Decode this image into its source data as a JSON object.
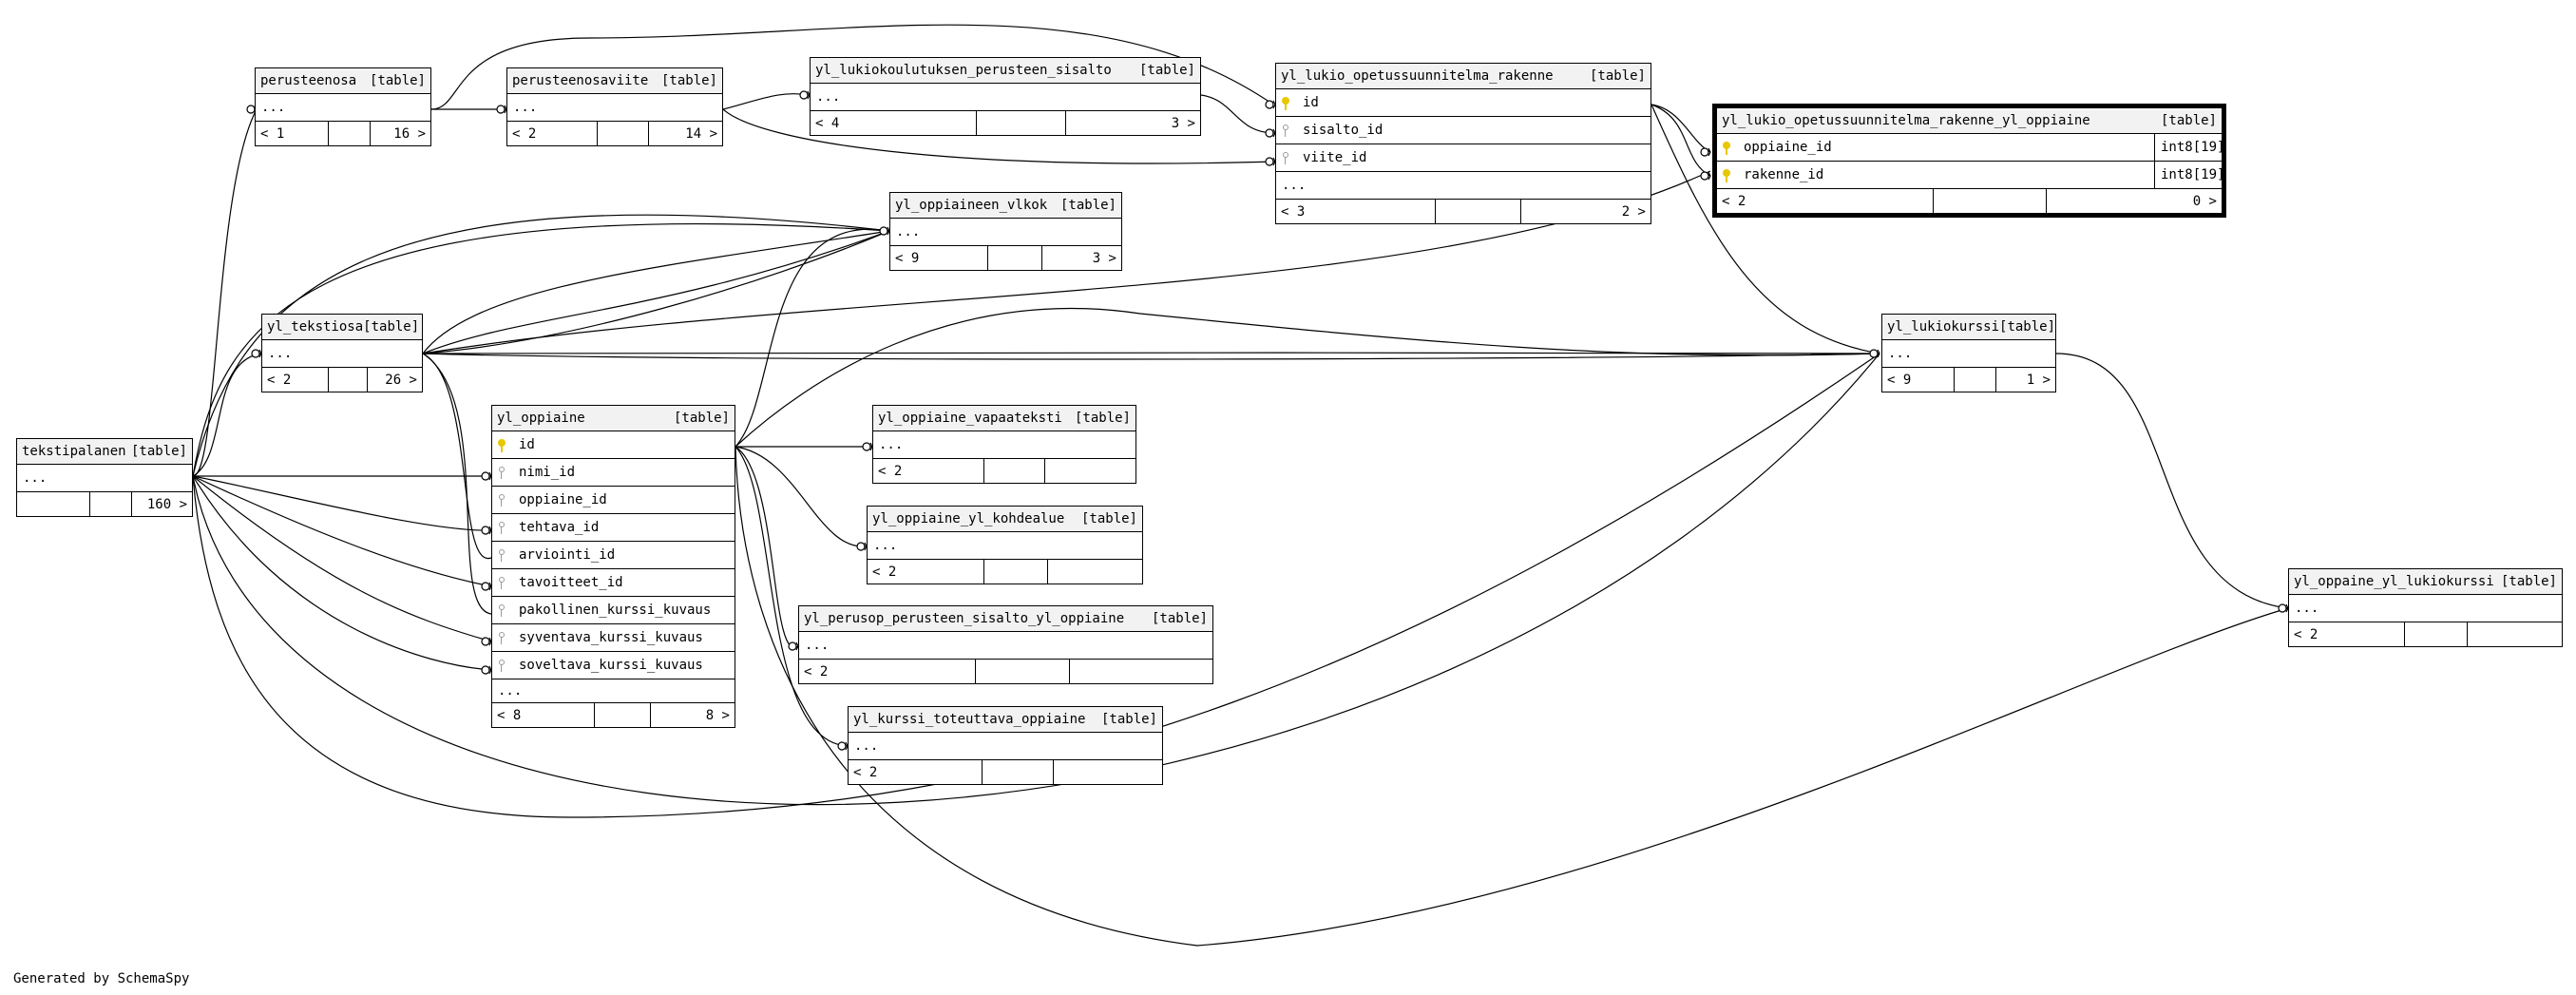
{
  "footer_text": "Generated by SchemaSpy",
  "table_tag": "[table]",
  "ellipsis": "...",
  "tables": {
    "perusteenosa": {
      "name": "perusteenosa",
      "foot": [
        "< 1",
        "",
        "16 >"
      ]
    },
    "perusteenosaviite": {
      "name": "perusteenosaviite",
      "foot": [
        "< 2",
        "",
        "14 >"
      ]
    },
    "sisalto": {
      "name": "yl_lukiokoulutuksen_perusteen_sisalto",
      "foot": [
        "< 4",
        "",
        "3 >"
      ]
    },
    "rakenne": {
      "name": "yl_lukio_opetussuunnitelma_rakenne",
      "cols": [
        {
          "icon": "pk",
          "name": "id"
        },
        {
          "icon": "fk",
          "name": "sisalto_id"
        },
        {
          "icon": "fk",
          "name": "viite_id"
        }
      ],
      "foot": [
        "< 3",
        "",
        "2 >"
      ]
    },
    "rakenne_oppiaine": {
      "name": "yl_lukio_opetussuunnitelma_rakenne_yl_oppiaine",
      "cols": [
        {
          "icon": "pk",
          "name": "oppiaine_id",
          "type": "int8[19]"
        },
        {
          "icon": "pk",
          "name": "rakenne_id",
          "type": "int8[19]"
        }
      ],
      "foot": [
        "< 2",
        "",
        "0 >"
      ]
    },
    "vlkok": {
      "name": "yl_oppiaineen_vlkok",
      "foot": [
        "< 9",
        "",
        "3 >"
      ]
    },
    "tekstiosa": {
      "name": "yl_tekstiosa",
      "foot": [
        "< 2",
        "",
        "26 >"
      ]
    },
    "lukiokurssi": {
      "name": "yl_lukiokurssi",
      "foot": [
        "< 9",
        "",
        "1 >"
      ]
    },
    "tekstipalanen": {
      "name": "tekstipalanen",
      "foot": [
        "",
        "",
        "160 >"
      ]
    },
    "oppiaine": {
      "name": "yl_oppiaine",
      "cols": [
        {
          "icon": "pk",
          "name": "id"
        },
        {
          "icon": "fk",
          "name": "nimi_id"
        },
        {
          "icon": "fk",
          "name": "oppiaine_id"
        },
        {
          "icon": "fk",
          "name": "tehtava_id"
        },
        {
          "icon": "fk",
          "name": "arviointi_id"
        },
        {
          "icon": "fk",
          "name": "tavoitteet_id"
        },
        {
          "icon": "fk",
          "name": "pakollinen_kurssi_kuvaus"
        },
        {
          "icon": "fk",
          "name": "syventava_kurssi_kuvaus"
        },
        {
          "icon": "fk",
          "name": "soveltava_kurssi_kuvaus"
        }
      ],
      "foot": [
        "< 8",
        "",
        "8 >"
      ]
    },
    "vapaateksti": {
      "name": "yl_oppiaine_vapaateksti",
      "foot": [
        "< 2",
        "",
        ""
      ]
    },
    "kohdealue": {
      "name": "yl_oppiaine_yl_kohdealue",
      "foot": [
        "< 2",
        "",
        ""
      ]
    },
    "perusop": {
      "name": "yl_perusop_perusteen_sisalto_yl_oppiaine",
      "foot": [
        "< 2",
        "",
        ""
      ]
    },
    "kurssi_oppiaine": {
      "name": "yl_kurssi_toteuttava_oppiaine",
      "foot": [
        "< 2",
        "",
        ""
      ]
    },
    "oppaine_lukiokurssi": {
      "name": "yl_oppaine_yl_lukiokurssi",
      "foot": [
        "< 2",
        "",
        ""
      ]
    }
  }
}
